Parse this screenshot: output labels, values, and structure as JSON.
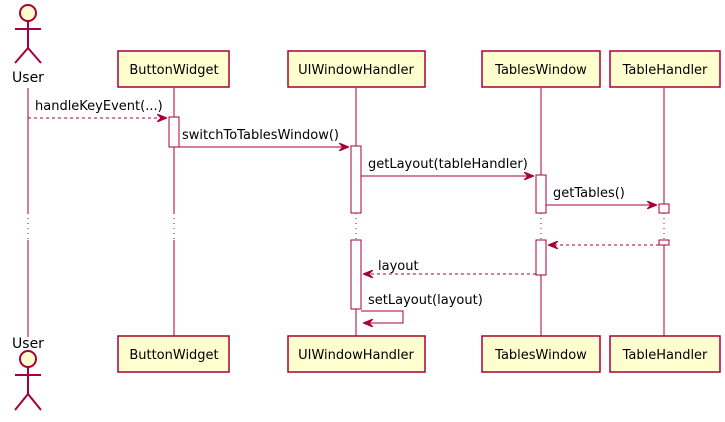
{
  "participants": {
    "user": "User",
    "button_widget": "ButtonWidget",
    "ui_window_handler": "UIWindowHandler",
    "tables_window": "TablesWindow",
    "table_handler": "TableHandler"
  },
  "messages": {
    "handle_key_event": "handleKeyEvent(...)",
    "switch_to_tables_window": "switchToTablesWindow()",
    "get_layout": "getLayout(tableHandler)",
    "get_tables": "getTables()",
    "layout_return": "layout",
    "set_layout": "setLayout(layout)"
  },
  "colors": {
    "line": "#a80036",
    "participant_fill": "#fefece"
  }
}
